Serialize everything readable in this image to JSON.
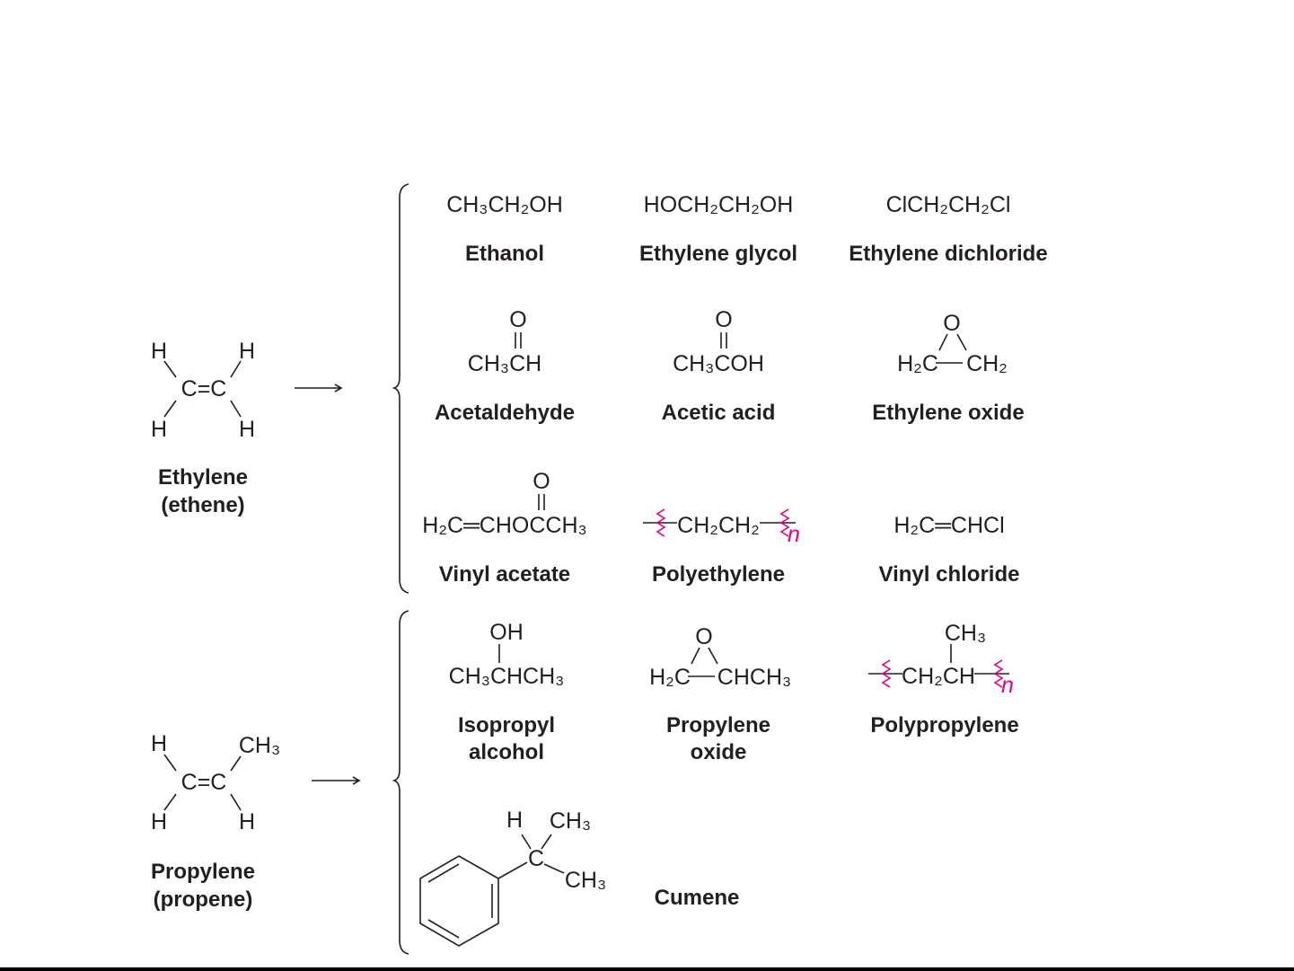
{
  "ethylene": {
    "h1": "H",
    "h2": "H",
    "h3": "H",
    "h4": "H",
    "cc": "C=C",
    "name1": "Ethylene",
    "name2": "(ethene)"
  },
  "propylene": {
    "h1": "H",
    "ch3": "CH₃",
    "h3": "H",
    "h4": "H",
    "cc": "C=C",
    "name1": "Propylene",
    "name2": "(propene)"
  },
  "products": {
    "ethanol": {
      "formula": "CH₃CH₂OH",
      "name": "Ethanol"
    },
    "glycol": {
      "formula": "HOCH₂CH₂OH",
      "name": "Ethylene glycol"
    },
    "dichloride": {
      "formula": "ClCH₂CH₂Cl",
      "name": "Ethylene dichloride"
    },
    "acetaldehyde": {
      "o": "O",
      "formula": "CH₃CH",
      "name": "Acetaldehyde"
    },
    "acetic": {
      "o": "O",
      "formula": "CH₃COH",
      "name": "Acetic acid"
    },
    "eoxide": {
      "o": "O",
      "left": "H₂C",
      "right": "CH₂",
      "name": "Ethylene oxide"
    },
    "vinylacetate": {
      "o": "O",
      "formula": "H₂C═CHOCCH₃",
      "name": "Vinyl acetate"
    },
    "polyethylene": {
      "formula": "CH₂CH₂",
      "n": "n",
      "name": "Polyethylene"
    },
    "vinylchloride": {
      "formula": "H₂C═CHCl",
      "name": "Vinyl chloride"
    },
    "isopropyl": {
      "oh": "OH",
      "formula": "CH₃CHCH₃",
      "name1": "Isopropyl",
      "name2": "alcohol"
    },
    "poxide": {
      "o": "O",
      "left": "H₂C",
      "right": "CHCH₃",
      "name1": "Propylene",
      "name2": "oxide"
    },
    "polypropylene": {
      "ch3": "CH₃",
      "formula": "CH₂CH",
      "n": "n",
      "name": "Polypropylene"
    },
    "cumene": {
      "h": "H",
      "ch3a": "CH₃",
      "c": "C",
      "ch3b": "CH₃",
      "name": "Cumene"
    }
  },
  "colors": {
    "ink": "#231f20",
    "squiggle": "#e6007e"
  }
}
